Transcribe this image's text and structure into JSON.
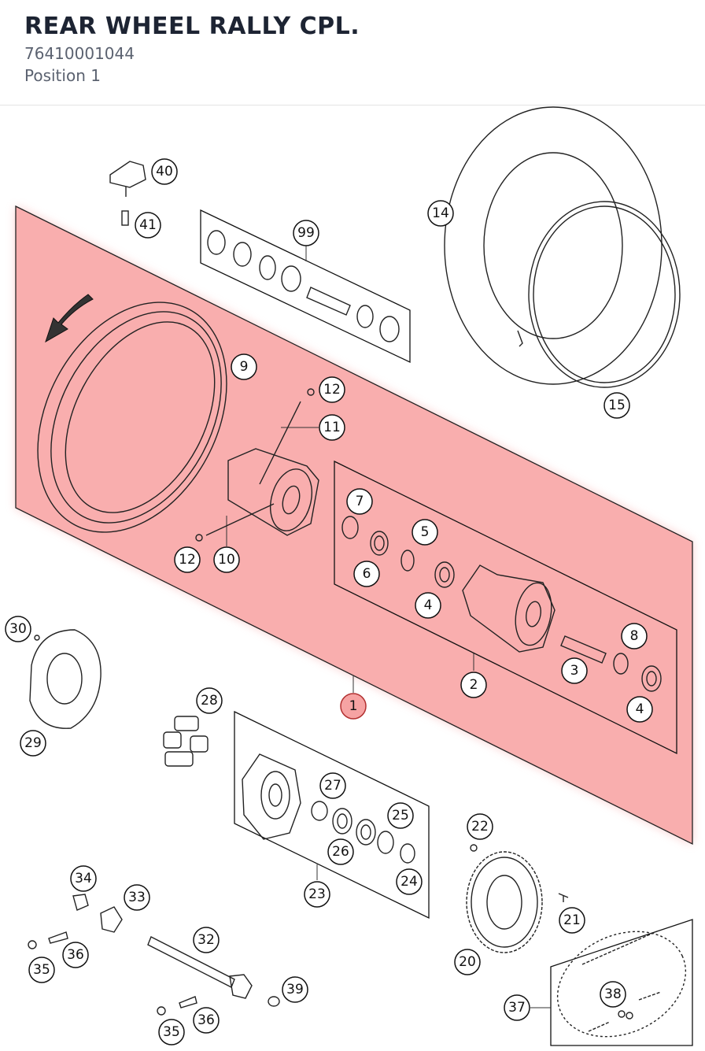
{
  "header": {
    "title": "REAR WHEEL RALLY CPL.",
    "part_number": "76410001044",
    "position": "Position 1"
  },
  "highlight_color": "#f9a9a9",
  "callouts": [
    "40",
    "41",
    "99",
    "14",
    "15",
    "9",
    "12",
    "11",
    "10",
    "7",
    "5",
    "6",
    "4",
    "8",
    "3",
    "2",
    "1",
    "30",
    "29",
    "28",
    "27",
    "25",
    "26",
    "24",
    "23",
    "22",
    "21",
    "20",
    "34",
    "33",
    "32",
    "36",
    "35",
    "39",
    "37",
    "38"
  ]
}
